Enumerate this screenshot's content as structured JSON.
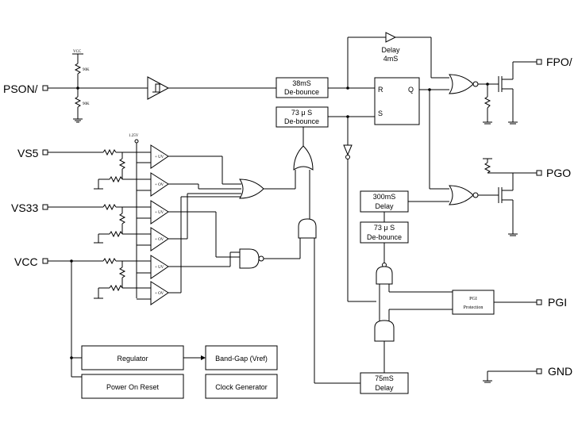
{
  "pins": {
    "pson": "PSON/",
    "vs5": "VS5",
    "vs33": "VS33",
    "vcc": "VCC",
    "fpo": "FPO/",
    "pgo": "PGO",
    "pgi": "PGI",
    "gnd": "GND"
  },
  "blocks": {
    "delay4_l1": "Delay",
    "delay4_l2": "4mS",
    "deb38_l1": "38mS",
    "deb38_l2": "De-bounce",
    "deb73a_l1": "73 μ S",
    "deb73a_l2": "De-bounce",
    "sr_r": "R",
    "sr_s": "S",
    "sr_q": "Q",
    "d300_l1": "300mS",
    "d300_l2": "Delay",
    "deb73b_l1": "73 μ S",
    "deb73b_l2": "De-bounce",
    "pgi_prot_l1": "PGI",
    "pgi_prot_l2": "Protection",
    "d75_l1": "75mS",
    "d75_l2": "Delay",
    "regulator": "Regulator",
    "bandgap": "Band-Gap (Vref)",
    "por": "Power On Reset",
    "clockgen": "Clock Generator"
  },
  "small_labels": {
    "vcc_top": "VCC",
    "r_top": "90K",
    "r_bot": "90K",
    "ref": "1.25V",
    "c1": "+ UV",
    "c2": "+ OV",
    "c3": "+ UV",
    "c4": "+ OV",
    "c5": "+ UV",
    "c6": "+ OV"
  }
}
